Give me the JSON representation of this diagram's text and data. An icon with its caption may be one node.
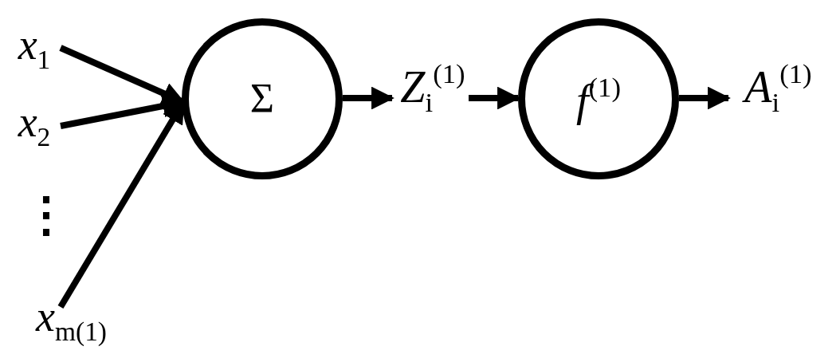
{
  "diagram": {
    "nodes": [
      {
        "text": [
          "*x*$_{1}$"
        ]
      },
      {
        "text": [
          "*x*$_{2}$"
        ]
      },
      {
        "text": [
          "*x*$_{m(1)}$"
        ]
      },
      {
        "text": [
          "Σ"
        ]
      },
      {
        "text": [
          "*Z*$_{i}$$^{(1)}$"
        ]
      },
      {
        "text": [
          "*f*$^{(1)}$"
        ]
      },
      {
        "text": [
          "*A*$_{i}$$^{(1)}$"
        ]
      }
    ],
    "edges": [
      {
        "from": 0,
        "to": 3,
        "arrow": "to"
      },
      {
        "from": 1,
        "to": 3,
        "arrow": "to"
      },
      {
        "from": 2,
        "to": 3,
        "arrow": "to"
      },
      {
        "from": 3,
        "to": 4,
        "arrow": "to"
      },
      {
        "from": 4,
        "to": 5,
        "arrow": "to"
      },
      {
        "from": 5,
        "to": 6,
        "arrow": "to"
      }
    ],
    "labels": [
      "⋮"
    ]
  }
}
